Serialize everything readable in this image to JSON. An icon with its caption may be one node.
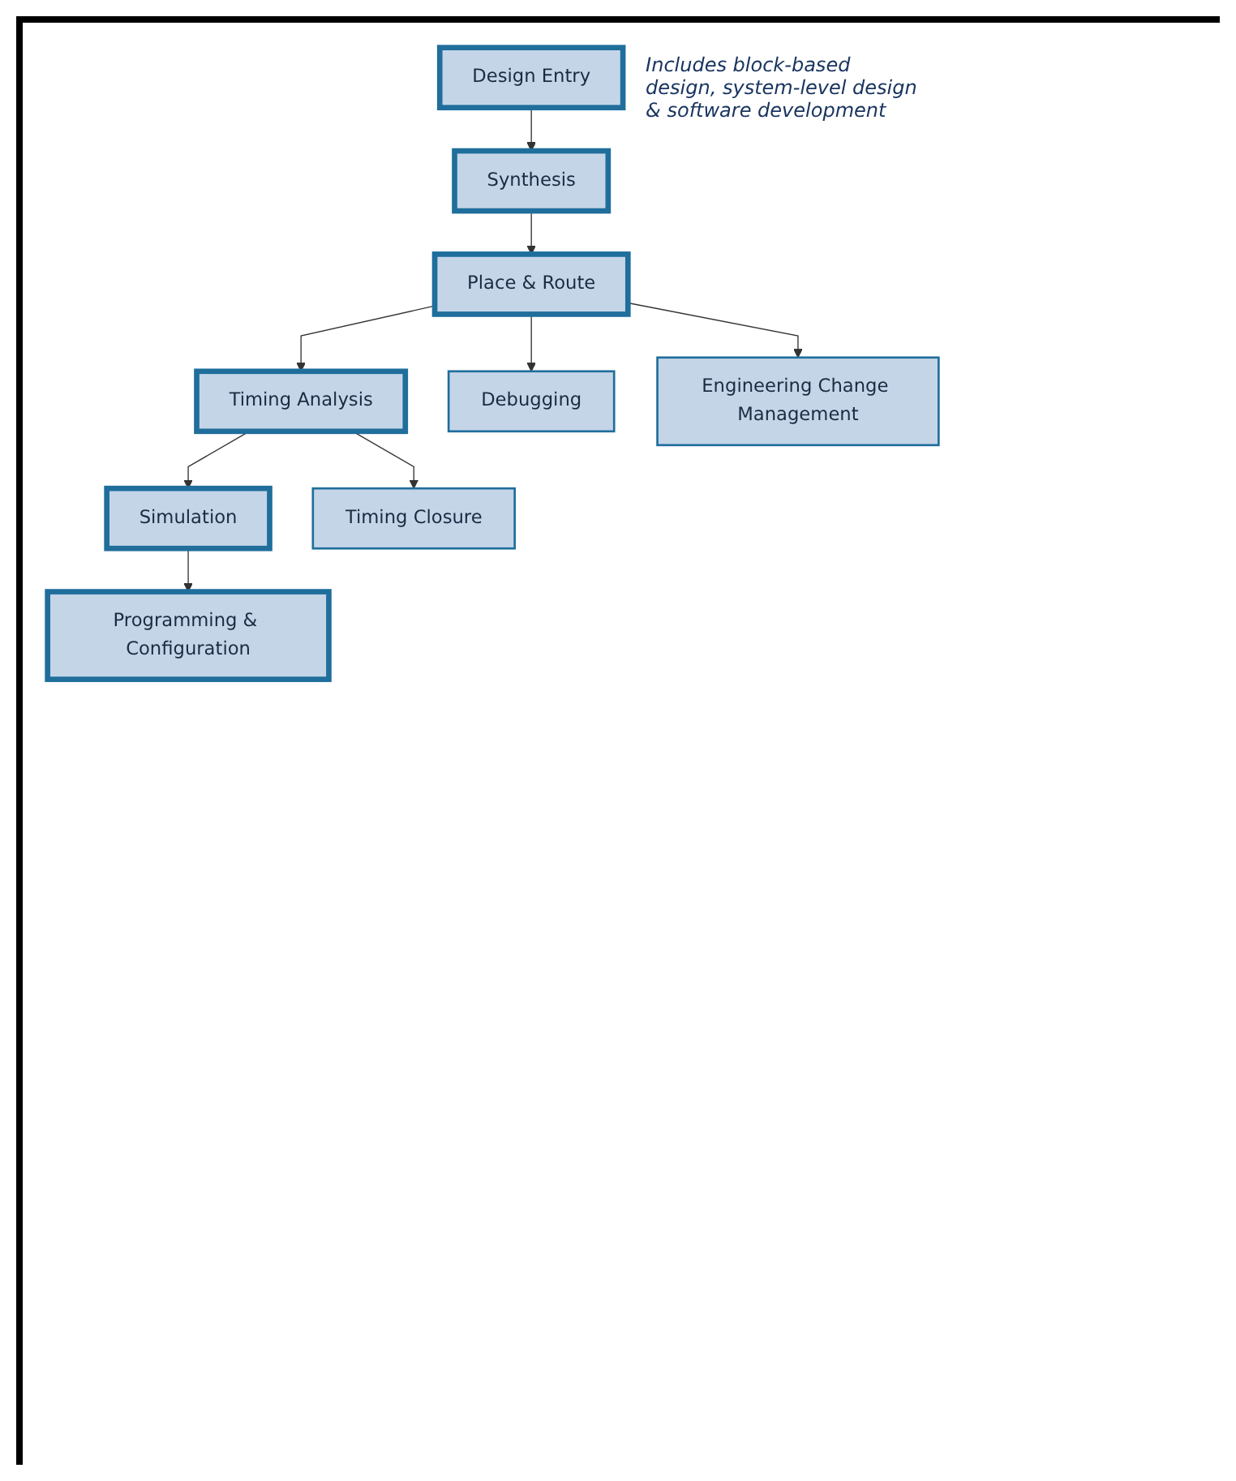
{
  "diagram": {
    "nodes": [
      {
        "text": [
          "Design Entry"
        ],
        "beside": [
          "Includes block-based design, system-level design & software development"
        ]
      },
      {
        "text": [
          "Synthesis"
        ]
      },
      {
        "text": [
          "Place & Route"
        ]
      },
      {
        "text": [
          "Timing Analysis"
        ]
      },
      {
        "text": [
          "Simulation"
        ]
      },
      {
        "text": [
          "Programming & Configuration"
        ]
      },
      {
        "text": [
          "Debugging"
        ]
      },
      {
        "text": [
          "Engineering Change Management"
        ]
      },
      {
        "text": [
          "Timing Closure"
        ]
      }
    ],
    "edges": [
      {
        "from": 0,
        "to": 1,
        "arrow": "to"
      },
      {
        "from": 1,
        "to": 2,
        "arrow": "to"
      },
      {
        "from": 2,
        "to": 3,
        "arrow": "to"
      },
      {
        "from": 3,
        "to": 4,
        "arrow": "to"
      },
      {
        "from": 4,
        "to": 5,
        "arrow": "to"
      },
      {
        "from": 2,
        "to": 6,
        "arrow": "to"
      },
      {
        "from": 2,
        "to": 7,
        "arrow": "to"
      },
      {
        "from": 3,
        "to": 8,
        "arrow": "to"
      }
    ]
  }
}
